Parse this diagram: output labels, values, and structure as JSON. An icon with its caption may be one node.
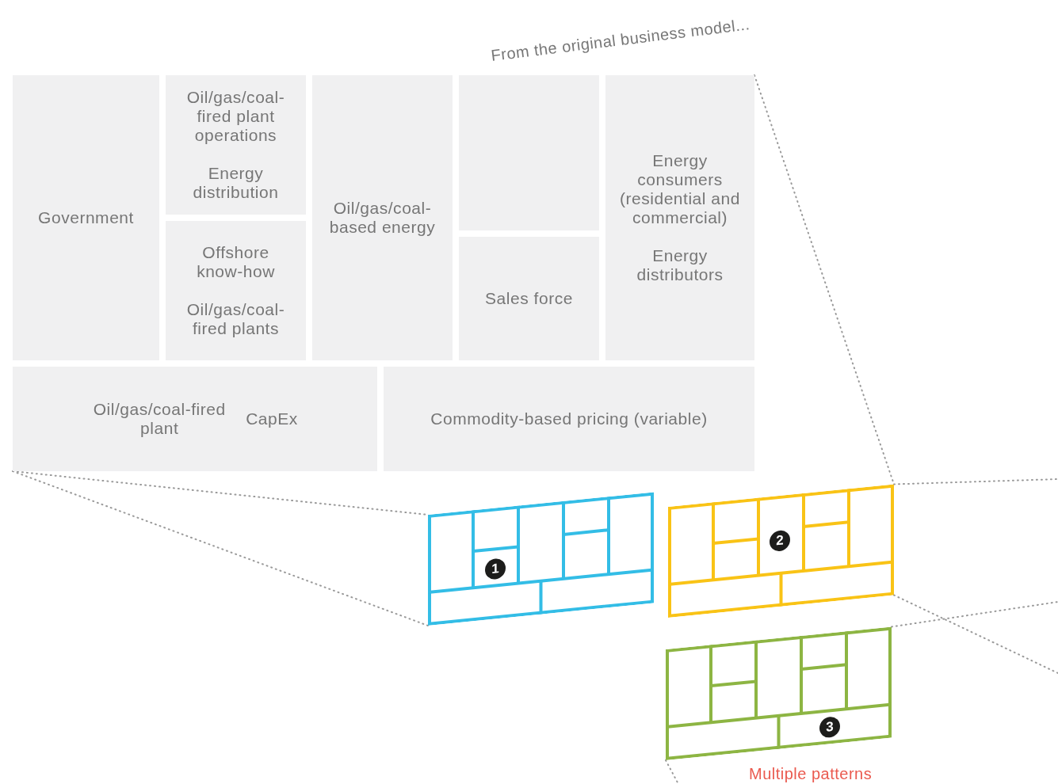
{
  "diagram": {
    "nodes": [
      {
        "text": [
          "From the original business model..."
        ]
      },
      {
        "text": [
          "Government"
        ],
        "in": 0
      },
      {
        "text": [
          "Oil/gas/coal-fired plant operations",
          "Energy distribution"
        ],
        "in": 0
      },
      {
        "text": [
          "Offshore know-how",
          "Oil/gas/coal-fired plants"
        ],
        "in": 0
      },
      {
        "text": [
          "Oil/gas/coal-based energy"
        ],
        "in": 0
      },
      {
        "text": [],
        "shape": "box",
        "in": 0
      },
      {
        "text": [
          "Sales force"
        ],
        "in": 0
      },
      {
        "text": [
          "Energy consumers (residential and commercial)",
          "Energy distributors"
        ],
        "in": 0
      },
      {
        "text": [
          "Oil/gas/coal-fired plant",
          "CapEx"
        ],
        "in": 0
      },
      {
        "text": [
          "Commodity-based pricing (variable)"
        ],
        "in": 0
      },
      {
        "text": [
          "1"
        ]
      },
      {
        "text": [
          "2"
        ]
      },
      {
        "text": [
          "3"
        ]
      }
    ],
    "edges": [
      {
        "from": 0,
        "to": 10,
        "arrow": "none"
      },
      {
        "from": 0,
        "to": 10,
        "arrow": "none"
      },
      {
        "from": 0,
        "to": 11,
        "arrow": "none"
      },
      {
        "from": 11,
        "to": null,
        "arrow": "none"
      },
      {
        "from": 11,
        "to": null,
        "arrow": "none"
      },
      {
        "from": 12,
        "to": null,
        "arrow": "none"
      },
      {
        "from": 12,
        "to": null,
        "arrow": "none"
      }
    ],
    "labels": [
      "Multiple patterns"
    ]
  }
}
